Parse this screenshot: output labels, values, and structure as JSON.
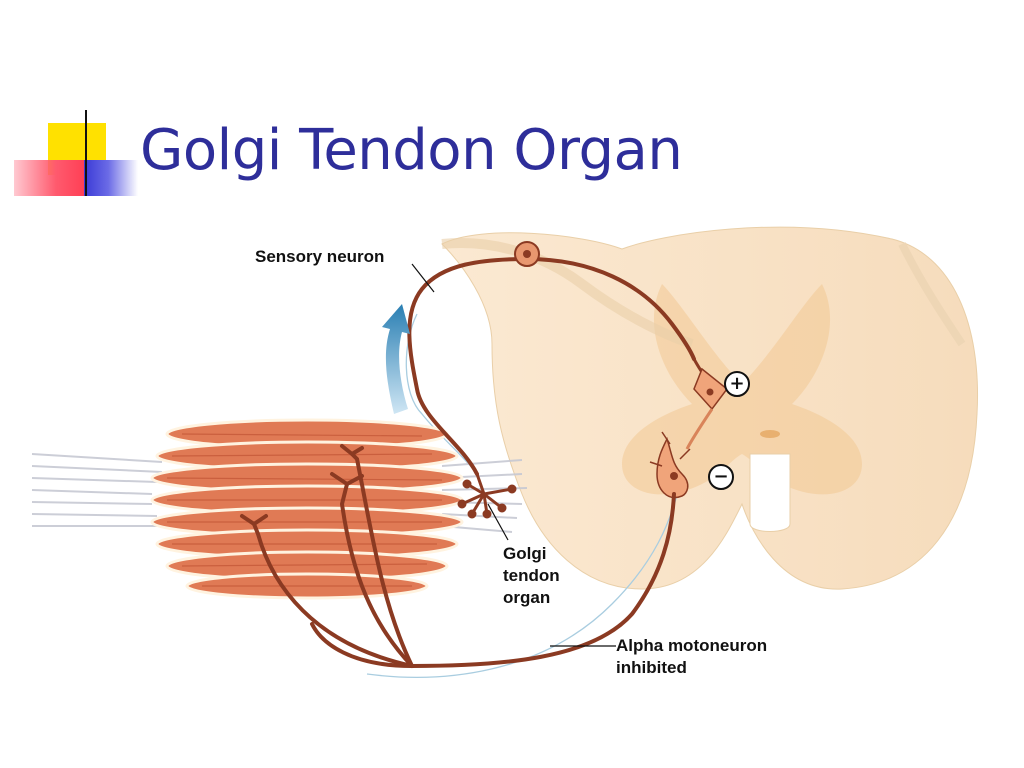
{
  "slide": {
    "title": "Golgi Tendon Organ"
  },
  "diagram": {
    "labels": {
      "sensory_neuron": "Sensory neuron",
      "golgi_tendon_organ_line1": "Golgi",
      "golgi_tendon_organ_line2": "tendon",
      "golgi_tendon_organ_line3": "organ",
      "alpha_motoneuron_line1": "Alpha motoneuron",
      "alpha_motoneuron_line2": "inhibited"
    },
    "synapse_signs": {
      "excitatory": "+",
      "inhibitory": "−"
    }
  },
  "colors": {
    "title": "#2e2e9a",
    "nerve": "#8b3a22",
    "muscle": "#d9663f",
    "spinal_cord": "#f8e3c6",
    "arrow": "#2a7fb3"
  }
}
